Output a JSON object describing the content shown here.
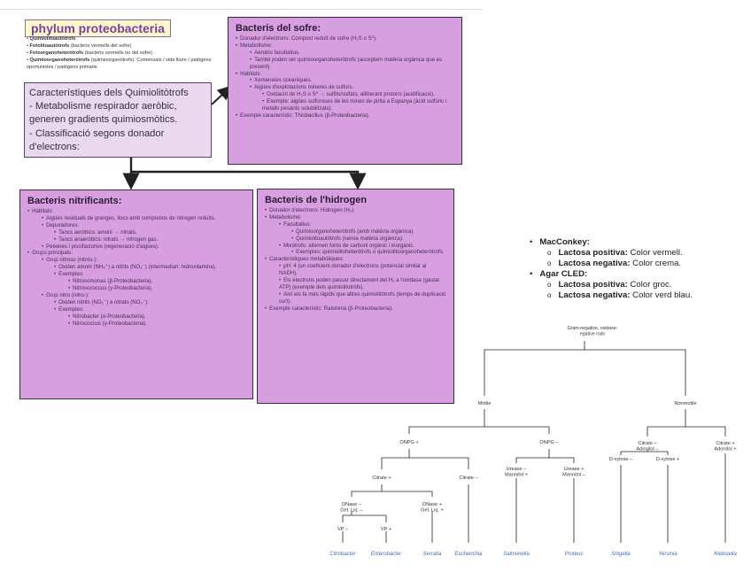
{
  "phylum": {
    "title": "phylum proteobacteria",
    "items": [
      {
        "bold": "Quimiolitoautòtrofs",
        "rest": ""
      },
      {
        "bold": "Fotolitoautòtrofs",
        "rest": " (bacteris vermells del sofre)"
      },
      {
        "bold": "Fotoorganoheteròtrofs",
        "rest": " (bacteris vermells no del sofre)"
      },
      {
        "bold": "Quimioorganoheteròtrofs",
        "rest": " (quimioorganòtrofs): Comensals / vida lliure / patògens oportunistes / patògens primaris"
      }
    ]
  },
  "quimio": {
    "lines": [
      "Característiques dels Quimiolitòtrofs",
      "- Metabolisme respirador aeròbic, generen gradients quimiosmòtics.",
      "- Classificació segons donador d'electrons:"
    ]
  },
  "sofre": {
    "title": "Bacteris del sofre:",
    "items": [
      {
        "level": 0,
        "text": "Donador d'electrons: Compost reduït de sofre (H₂S o S⁰)."
      },
      {
        "level": 0,
        "text": "Metabolisme:"
      },
      {
        "level": 1,
        "text": "Aerobis facultatius."
      },
      {
        "level": 1,
        "text": "També poden ser quimioorganoheteròtrofs (acceptem matèria orgànica que es present)."
      },
      {
        "level": 0,
        "text": "Hàbitats:"
      },
      {
        "level": 1,
        "text": "Xemeneies oceàniques."
      },
      {
        "level": 1,
        "text": "Aigües d'explotacions mineres de sulfurs."
      },
      {
        "level": 2,
        "text": "Oxidació de H₂S o S⁰ → sulfits/sulfats, alliberant protons (acidificació)."
      },
      {
        "level": 2,
        "text": "Exemple: aigües sulfuroses de les mines de pirita a Espanya (àcid sulfúric i metalls pesants solubilitzats)."
      },
      {
        "level": 0,
        "text": "Exemple característic: Thiobacillus (β-Proteobacteria)."
      }
    ]
  },
  "nitri": {
    "title": "Bacteris nitrificants:",
    "items": [
      {
        "level": 0,
        "text": "Hàbitats:"
      },
      {
        "level": 1,
        "text": "Aigües residuals de granges, llocs amb compostos de nitrogen reduïts."
      },
      {
        "level": 1,
        "text": "Depuradores:"
      },
      {
        "level": 2,
        "text": "Tancs aeròbics: amoni → nitrats."
      },
      {
        "level": 2,
        "text": "Tancs anaeròbics: nitrats → nitrogen gas."
      },
      {
        "level": 1,
        "text": "Peixeres i piscifactories (regeneració d'aigües)."
      },
      {
        "level": 0,
        "text": "Grups principals:"
      },
      {
        "level": 1,
        "text": "Grup nitroso (nitrós-):"
      },
      {
        "level": 2,
        "text": "Oxiden amoni (NH₄⁺) a nitrits (NO₂⁻) (intermediari: hidroxilamina)."
      },
      {
        "level": 2,
        "text": "Exemples:"
      },
      {
        "level": 3,
        "text": "Nitrosomonas (β-Proteobacteria)."
      },
      {
        "level": 3,
        "text": "Nitrosococcus (γ-Proteobacteria)."
      },
      {
        "level": 1,
        "text": "Grup nitro (nitro-):"
      },
      {
        "level": 2,
        "text": "Oxiden nitrits (NO₂⁻) a nitrats (NO₃⁻)."
      },
      {
        "level": 2,
        "text": "Exemples:"
      },
      {
        "level": 3,
        "text": "Nitrobacter (α-Proteobacteria)."
      },
      {
        "level": 3,
        "text": "Nitrococcus (γ-Proteobacteria)."
      }
    ]
  },
  "hidro": {
    "title": "Bacteris de l'hidrogen",
    "items": [
      {
        "level": 0,
        "text": "Donador d'electrons: Hidrogen (H₂)."
      },
      {
        "level": 0,
        "text": "Metabolisme:"
      },
      {
        "level": 1,
        "text": "Facultatius:"
      },
      {
        "level": 2,
        "text": "Quimioorganoheteròtrofs (amb matèria orgànica)."
      },
      {
        "level": 2,
        "text": "Quimiolitoautòtrofs (sense matèria orgànica)."
      },
      {
        "level": 1,
        "text": "Mixòtrofs: alternen fonts de carboni orgànic i inorgànic."
      },
      {
        "level": 2,
        "text": "Exemples: quimiolitoheteròtrofs o quimiolitoorganoheteròtrofs."
      },
      {
        "level": 0,
        "text": "Característiques metabòliques:"
      },
      {
        "level": 1,
        "text": "pH: 4 (un coeficient donador d'electrons (potencial similar al NADH)."
      },
      {
        "level": 1,
        "text": "Els electrons poden passar directament del H₂ a l'oxidasa (gastar ATP) (exemple dels quimiolitotròfs)."
      },
      {
        "level": 1,
        "text": "Així els fa més ràpids que altres quimiolitòtrofs (temps de duplicació curt)."
      },
      {
        "level": 0,
        "text": "Exemple característic: Ralstonia (β-Proteobacteria)."
      }
    ]
  },
  "media": {
    "macconkey": "MacConkey:",
    "mac_pos_label": "Lactosa positiva:",
    "mac_pos_value": " Color vermell.",
    "mac_neg_label": "Lactosa negativa:",
    "mac_neg_value": " Color crema.",
    "cled": "Agar CLED:",
    "cled_pos_label": "Lactosa positiva:",
    "cled_pos_value": " Color groc.",
    "cled_neg_label": "Lactosa negativa:",
    "cled_neg_value": " Color verd blau."
  },
  "tree": {
    "root": "Gram-negative, oxidase-negative rods",
    "motile": "Motile",
    "nonmotile": "Nonmotile",
    "onpg_pos": "ONPG +",
    "onpg_neg": "ONPG –",
    "citrate_adonitol_neg": "Citrate – Adonitol –",
    "citrate_adonitol_pos": "Citrate + Adonitol +",
    "citrate_pos": "Citrate +",
    "citrate_neg": "Citrate –",
    "urease_neg": "Urease – Mannitol +",
    "urease_pos": "Urease + Mannitol –",
    "dxylose_neg": "D-xylose –",
    "dxylose_pos": "D-xylose +",
    "dnase_neg": "DNase – Gel. Liq. –",
    "dnase_pos": "DNase + Gel. Liq. +",
    "vp_neg": "VP –",
    "vp_pos": "VP +",
    "leaves": [
      "Citrobacter",
      "Enterobacter",
      "Serratia",
      "Escherichia",
      "Salmonella",
      "Proteus",
      "Shigella",
      "Yersinia",
      "Klebsiella"
    ],
    "leaf_color": "#3b6fb6"
  },
  "colors": {
    "purple_box": "#d79ee0",
    "light_box": "#ead8ee",
    "phylum_title": "#7a3fa3"
  }
}
